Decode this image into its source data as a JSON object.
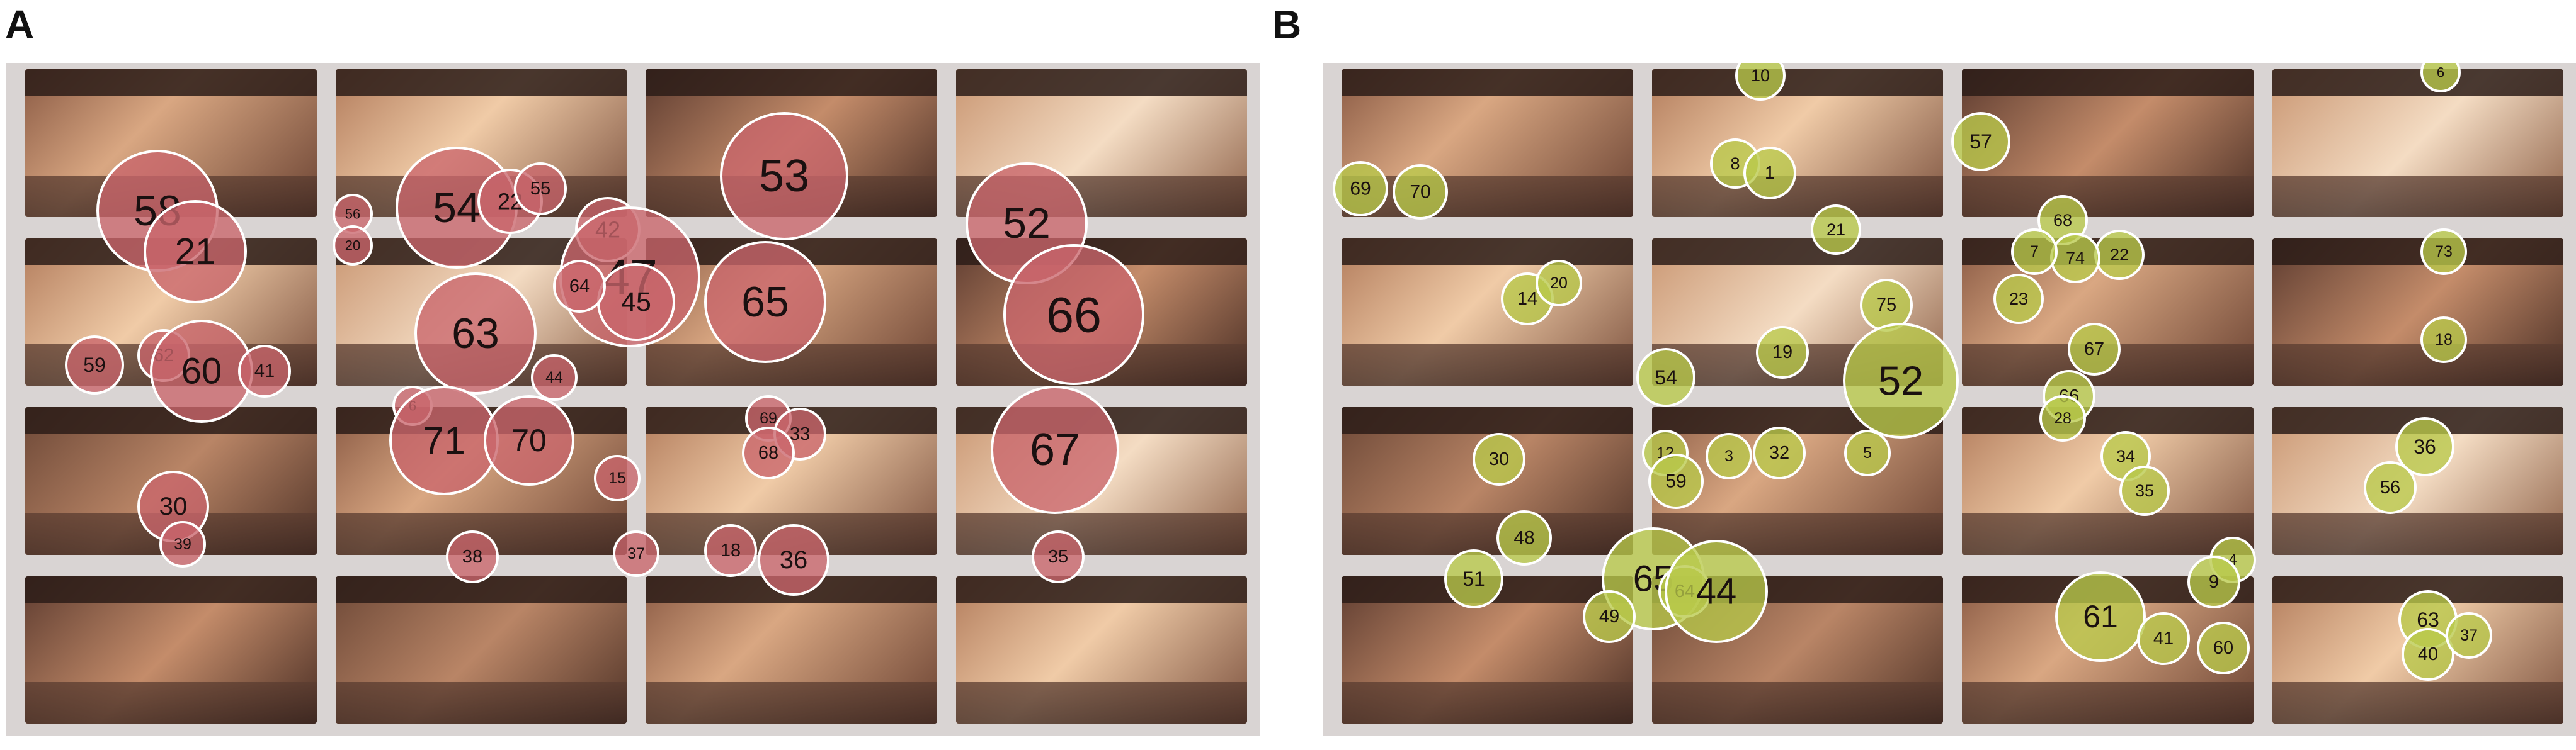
{
  "panel_a": {
    "letter": "A",
    "fixation_color": "#c9656b",
    "fixations": [
      "58",
      "21",
      "56",
      "20",
      "54",
      "22",
      "55",
      "53",
      "52",
      "42",
      "47",
      "45",
      "65",
      "66",
      "59",
      "62",
      "60",
      "41",
      "63",
      "64",
      "44",
      "6",
      "71",
      "70",
      "15",
      "69",
      "33",
      "68",
      "67",
      "30",
      "39",
      "37",
      "38",
      "18",
      "36",
      "35"
    ]
  },
  "panel_b": {
    "letter": "B",
    "fixation_color": "#b9c94a",
    "fixations": [
      "10",
      "6",
      "69",
      "70",
      "8",
      "1",
      "57",
      "68",
      "21",
      "22",
      "74",
      "7",
      "73",
      "14",
      "20",
      "23",
      "75",
      "19",
      "67",
      "18",
      "54",
      "52",
      "66",
      "28",
      "30",
      "12",
      "3",
      "32",
      "5",
      "34",
      "35",
      "36",
      "56",
      "59",
      "48",
      "4",
      "51",
      "65",
      "64",
      "44",
      "49",
      "9",
      "61",
      "41",
      "60",
      "63",
      "40",
      "37"
    ]
  }
}
